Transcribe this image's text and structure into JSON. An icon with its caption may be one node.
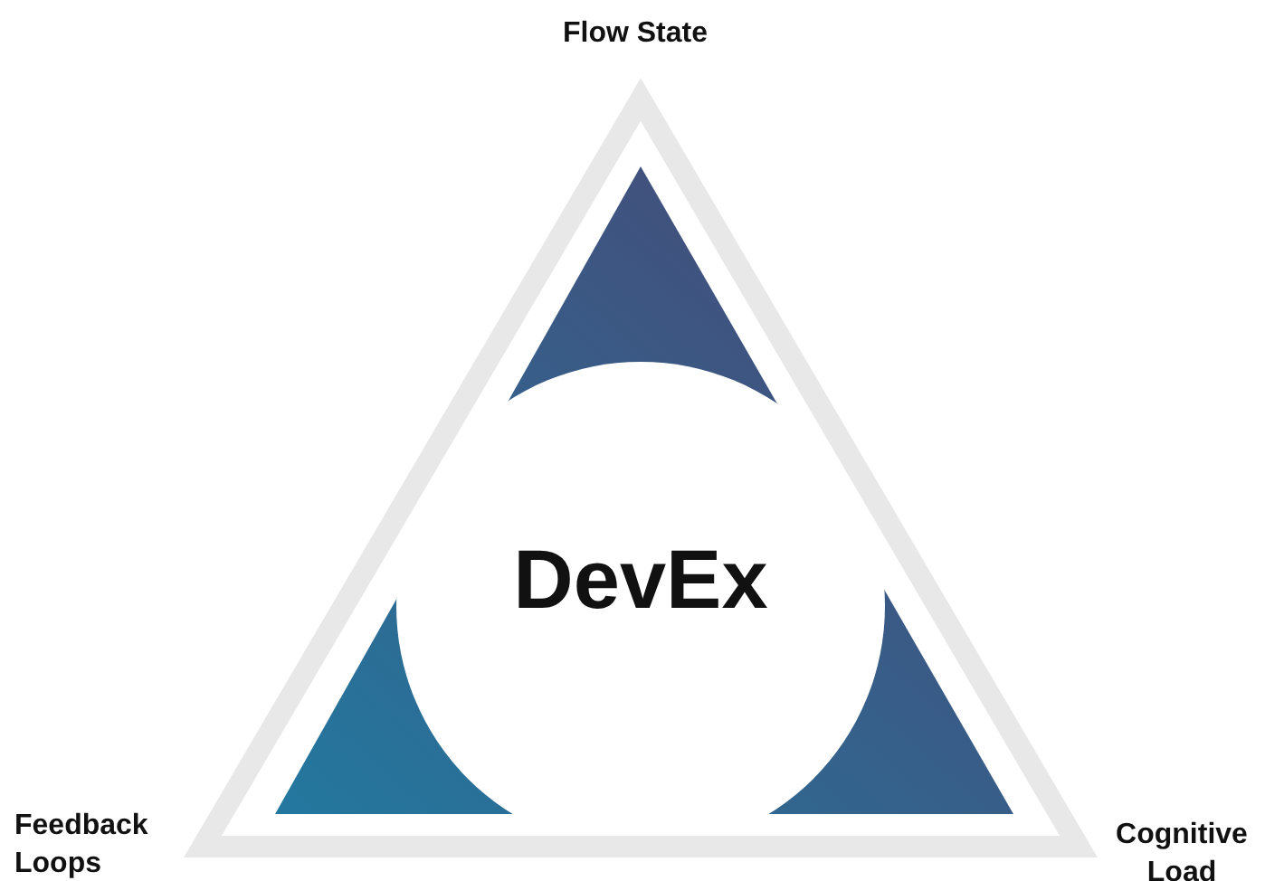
{
  "diagram": {
    "nodes": [
      {
        "text": [
          "DevEx"
        ]
      }
    ],
    "labels": [
      "Flow State",
      "Feedback Loops",
      "Cognitive Load"
    ]
  }
}
